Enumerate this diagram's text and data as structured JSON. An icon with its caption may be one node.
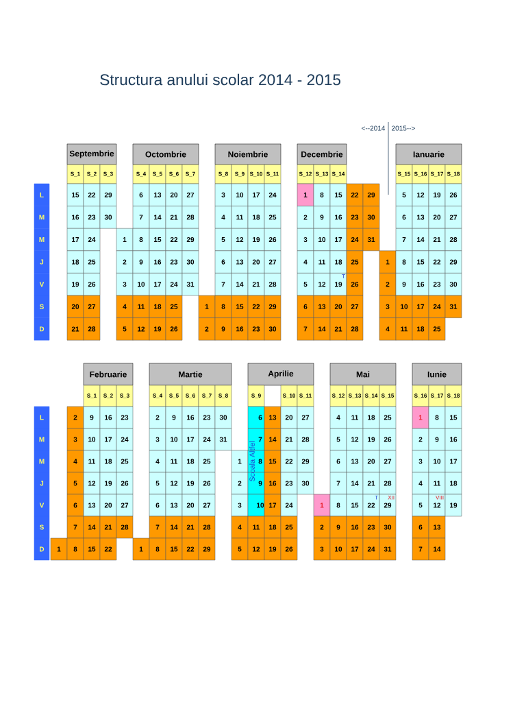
{
  "diagram": {
    "title": "Structura anului scolar 2014 - 2015",
    "labels": [
      "<--2014",
      "2015-->",
      "Septembrie",
      "Octombrie",
      "Noiembrie",
      "Decembrie",
      "Ianuarie",
      "S_1",
      "S_2",
      "S_3",
      "S_4",
      "S_5",
      "S_6",
      "S_7",
      "S_8",
      "S_9",
      "S_10",
      "S_11",
      "S_12",
      "S_13",
      "S_14",
      "S_15",
      "S_16",
      "S_17",
      "S_18",
      "L",
      "15",
      "22",
      "29",
      "6",
      "13",
      "20",
      "27",
      "3",
      "10",
      "17",
      "24",
      "1",
      "8",
      "15",
      "22",
      "29",
      "5",
      "12",
      "19",
      "26",
      "M",
      "16",
      "23",
      "30",
      "7",
      "14",
      "21",
      "28",
      "4",
      "11",
      "18",
      "25",
      "2",
      "9",
      "16",
      "23",
      "30",
      "6",
      "13",
      "20",
      "27",
      "M",
      "17",
      "24",
      "1",
      "8",
      "15",
      "22",
      "29",
      "5",
      "12",
      "19",
      "26",
      "3",
      "10",
      "17",
      "24",
      "31",
      "7",
      "14",
      "21",
      "28",
      "J",
      "18",
      "25",
      "2",
      "9",
      "16",
      "23",
      "30",
      "6",
      "13",
      "20",
      "27",
      "4",
      "11",
      "18",
      "25",
      "1",
      "8",
      "15",
      "22",
      "29",
      "V",
      "19",
      "26",
      "3",
      "10",
      "17",
      "24",
      "31",
      "7",
      "14",
      "21",
      "28",
      "5",
      "12",
      "19",
      "T",
      "26",
      "2",
      "9",
      "16",
      "23",
      "30",
      "S",
      "20",
      "27",
      "4",
      "11",
      "18",
      "25",
      "1",
      "8",
      "15",
      "22",
      "29",
      "6",
      "13",
      "20",
      "27",
      "3",
      "10",
      "17",
      "24",
      "31",
      "D",
      "21",
      "28",
      "5",
      "12",
      "19",
      "26",
      "2",
      "9",
      "16",
      "23",
      "30",
      "7",
      "14",
      "21",
      "28",
      "4",
      "11",
      "18",
      "25",
      "Februarie",
      "Martie",
      "Aprilie",
      "Mai",
      "Iunie",
      "S_1",
      "S_2",
      "S_3",
      "S_4",
      "S_5",
      "S_6",
      "S_7",
      "S_8",
      "S_9",
      "S_10",
      "S_11",
      "S_12",
      "S_13",
      "S_14",
      "S_15",
      "S_16",
      "S_17",
      "S_18",
      "L",
      "2",
      "9",
      "16",
      "23",
      "2",
      "9",
      "16",
      "23",
      "30",
      "6",
      "Scoala Altfel",
      "13",
      "20",
      "27",
      "4",
      "11",
      "18",
      "25",
      "1",
      "8",
      "15",
      "M",
      "3",
      "10",
      "17",
      "24",
      "3",
      "10",
      "17",
      "24",
      "31",
      "7",
      "14",
      "21",
      "28",
      "5",
      "12",
      "19",
      "26",
      "2",
      "9",
      "16",
      "M",
      "4",
      "11",
      "18",
      "25",
      "4",
      "11",
      "18",
      "25",
      "1",
      "8",
      "15",
      "22",
      "29",
      "6",
      "13",
      "20",
      "27",
      "3",
      "10",
      "17",
      "J",
      "5",
      "12",
      "19",
      "26",
      "5",
      "12",
      "19",
      "26",
      "2",
      "9",
      "16",
      "23",
      "30",
      "7",
      "14",
      "21",
      "28",
      "4",
      "11",
      "18",
      "V",
      "6",
      "13",
      "20",
      "27",
      "6",
      "13",
      "20",
      "27",
      "3",
      "10",
      "17",
      "24",
      "1",
      "8",
      "15",
      "22",
      "T",
      "29",
      "XII",
      "5",
      "12",
      "VIII",
      "19",
      "S",
      "7",
      "14",
      "21",
      "28",
      "7",
      "14",
      "21",
      "28",
      "4",
      "11",
      "18",
      "25",
      "2",
      "9",
      "16",
      "23",
      "30",
      "6",
      "13",
      "D",
      "1",
      "8",
      "15",
      "22",
      "1",
      "8",
      "15",
      "22",
      "29",
      "5",
      "12",
      "19",
      "26",
      "3",
      "10",
      "17",
      "24",
      "31",
      "7",
      "14"
    ]
  }
}
